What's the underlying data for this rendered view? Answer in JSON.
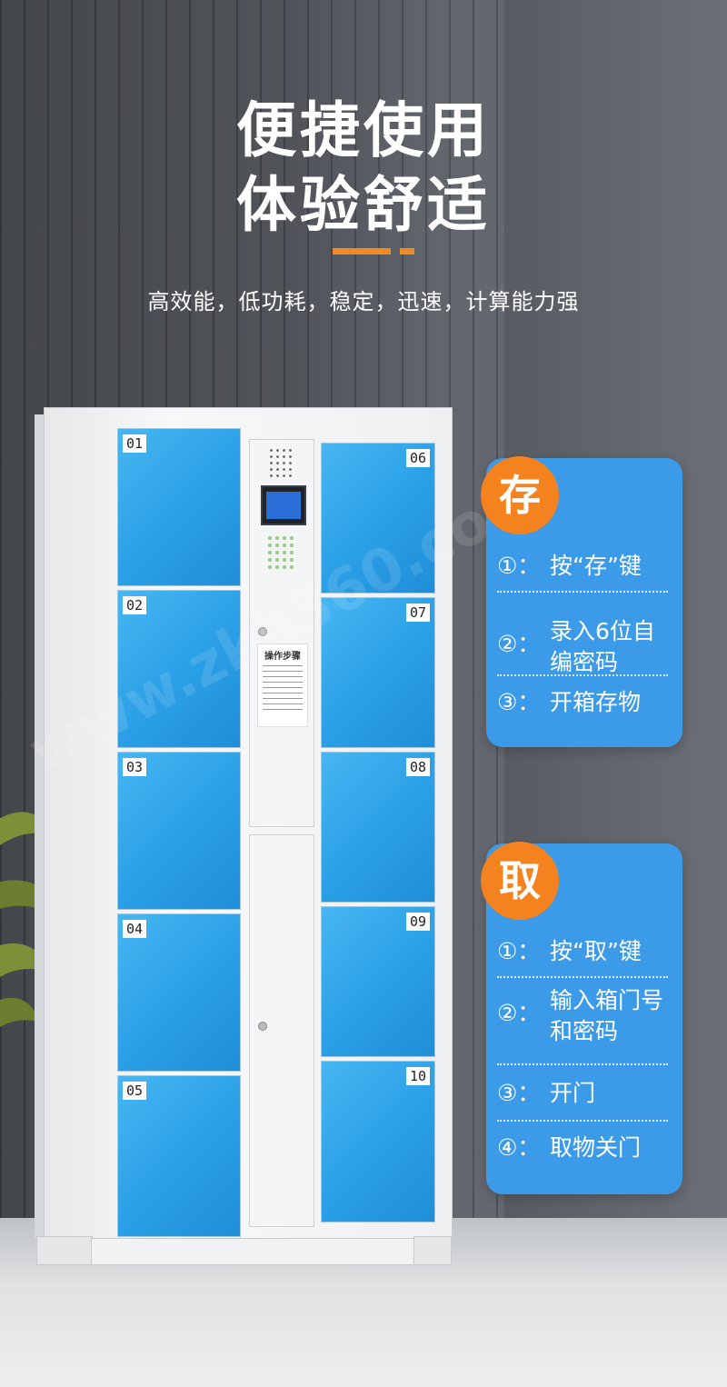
{
  "header": {
    "title_line1": "便捷使用",
    "title_line2": "体验舒适",
    "subtitle": "高效能，低功耗，稳定，迅速，计算能力强"
  },
  "locker": {
    "doors_left": [
      "01",
      "02",
      "03",
      "04",
      "05"
    ],
    "doors_right": [
      "06",
      "07",
      "08",
      "09",
      "10"
    ],
    "panel_label": "操作步骤"
  },
  "store_card": {
    "badge": "存",
    "steps": [
      {
        "label": "①：",
        "text": "按“存”键"
      },
      {
        "label": "②：",
        "text": "录入6位自编密码"
      },
      {
        "label": "③：",
        "text": "开箱存物"
      }
    ]
  },
  "retrieve_card": {
    "badge": "取",
    "steps": [
      {
        "label": "①：",
        "text": "按“取”键"
      },
      {
        "label": "②：",
        "text": "输入箱门号和密码"
      },
      {
        "label": "③：",
        "text": "开门"
      },
      {
        "label": "④：",
        "text": "取物关门"
      }
    ]
  },
  "watermark": "www.zkh360.com",
  "colors": {
    "accent": "#f28a22",
    "card_blue": "#3b9be8",
    "badge_orange": "#f4821f",
    "door_blue": "#2a9fe6"
  }
}
